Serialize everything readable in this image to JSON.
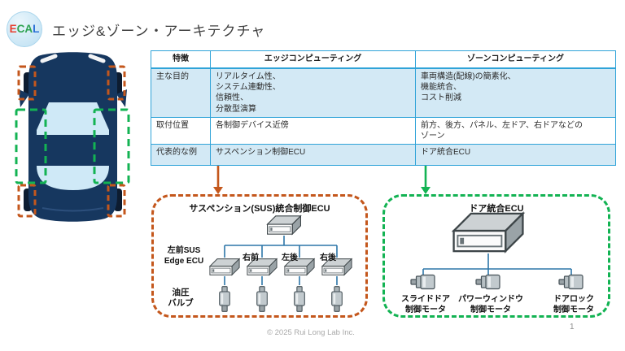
{
  "slide": {
    "title": "エッジ&ゾーン・アーキテクチャ",
    "logo": {
      "letters": [
        {
          "char": "E",
          "color": "#e8402f"
        },
        {
          "char": "C",
          "color": "#2fa352"
        },
        {
          "char": "A",
          "color": "#2fa352"
        },
        {
          "char": "L",
          "color": "#2a6fd6"
        }
      ]
    },
    "footer": {
      "copyright": "© 2025 Rui Long Lab Inc.",
      "page_number": "1"
    }
  },
  "table": {
    "col_headers": [
      "特徴",
      "エッジコンピューティング",
      "ゾーンコンピューティング"
    ],
    "rows": [
      {
        "feature": "主な目的",
        "edge": "リアルタイム性、\nシステム連動性、\n信頼性、\n分散型演算",
        "zone": "車両構造(配線)の簡素化、\n機能統合、\nコスト削減"
      },
      {
        "feature": "取付位置",
        "edge": "各制御デバイス近傍",
        "zone": "前方、後方、パネル、左ドア、右ドアなどの\nゾーン"
      },
      {
        "feature": "代表的な例",
        "edge": "サスペンション制御ECU",
        "zone": "ドア統合ECU"
      }
    ]
  },
  "edge_diagram": {
    "title": "サスペンション(SUS)統合制御ECU",
    "first_ecu_label": "左前SUS\nEdge ECU",
    "ecu_labels": [
      "右前",
      "左後",
      "右後"
    ],
    "actuator_label": "油圧\nバルブ"
  },
  "zone_diagram": {
    "title": "ドア統合ECU",
    "motor_labels": [
      "スライドドア\n制御モータ",
      "パワーウィンドウ\n制御モータ",
      "ドアロック\n制御モータ"
    ]
  },
  "colors": {
    "edge_accent": "#c4571c",
    "zone_accent": "#13b353",
    "table_border": "#2fa3d8",
    "table_row_fill": "#d3e9f5",
    "connector_line": "#2d76a8",
    "car_body": "#16375f",
    "car_glass": "#cfe9f7"
  }
}
